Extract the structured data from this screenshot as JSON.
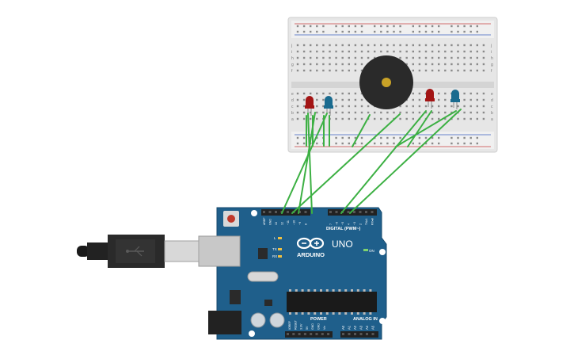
{
  "board": {
    "brand_label": "ARDUINO",
    "model_label": "UNO",
    "digital_header_label": "DIGITAL (PWM~)",
    "power_header_label": "POWER",
    "analog_header_label": "ANALOG IN",
    "on_led_label": "ON",
    "l_led_label": "L",
    "tx_label": "TX",
    "rx_label": "RX",
    "digital_pins": [
      "AREF",
      "GND",
      "13",
      "12",
      "~11",
      "~10",
      "~9",
      "8",
      "7",
      "~6",
      "~5",
      "4",
      "~3",
      "2",
      "TX▸1",
      "RX◂0"
    ],
    "power_pins": [
      "IOREF",
      "RESET",
      "3.3V",
      "5V",
      "GND",
      "GND",
      "Vin"
    ],
    "analog_pins": [
      "A0",
      "A1",
      "A2",
      "A3",
      "A4",
      "A5"
    ]
  },
  "breadboard": {
    "row_letters_top": [
      "j",
      "i",
      "h",
      "g",
      "f"
    ],
    "row_letters_bottom": [
      "e",
      "d",
      "c",
      "b",
      "a"
    ],
    "column_count": 30
  },
  "components": {
    "leds": [
      {
        "name": "led-red-left",
        "color": "#a31515"
      },
      {
        "name": "led-blue-left",
        "color": "#1a6b8f"
      },
      {
        "name": "led-red-right",
        "color": "#a31515"
      },
      {
        "name": "led-blue-right",
        "color": "#1a6b8f"
      }
    ],
    "wire_color": "#3cb043",
    "board_color": "#1f5f8b"
  }
}
